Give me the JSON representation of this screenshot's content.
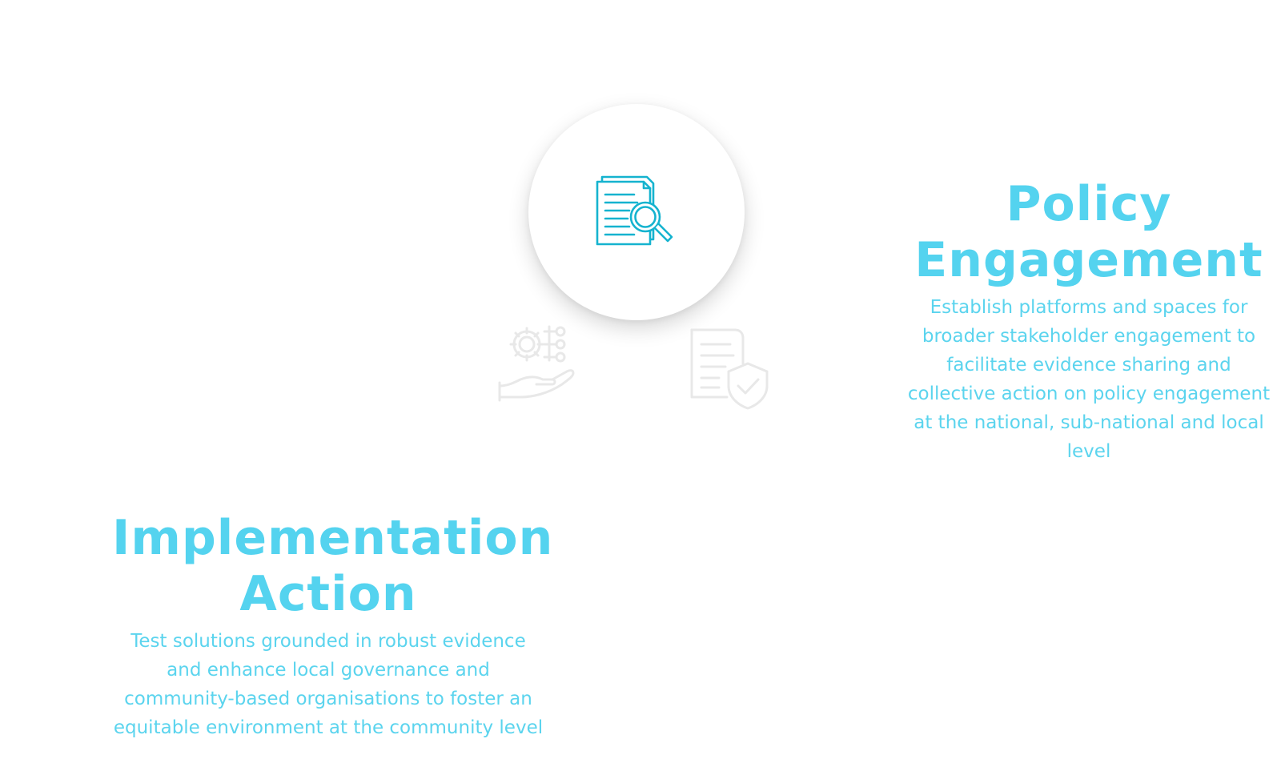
{
  "icons": {
    "featured": "document-search-icon",
    "secondary_left": "gear-hand-icon",
    "secondary_right": "document-shield-icon"
  },
  "colors": {
    "accent": "#54d3ef",
    "icon_primary": "#15b3cf",
    "icon_faded": "#eaeaea"
  },
  "policy": {
    "title": "Policy\nEngagement",
    "description": "Establish platforms and spaces for broader stakeholder engagement to facilitate evidence sharing and collective action on policy engagement at the national, sub-national and local level"
  },
  "implementation": {
    "title": "Implementation\nAction",
    "description": "Test solutions grounded in robust evidence and enhance local governance and community-based organisations to foster an equitable environment at the community level"
  }
}
